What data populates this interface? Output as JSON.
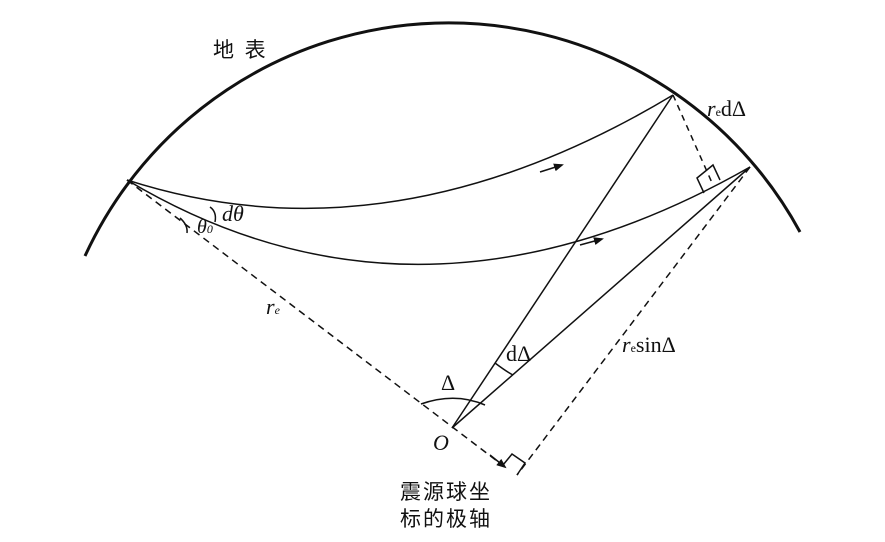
{
  "labels": {
    "surface": "地 表",
    "d_theta": "dθ",
    "theta0_symbol": "θ",
    "theta0_sub": "0",
    "re_symbol": "r",
    "re_sub": "e",
    "d_delta": "dΔ",
    "delta": "Δ",
    "origin": "O",
    "re_sin_delta_rest": "sinΔ",
    "re_d_delta_rest": "dΔ",
    "polar_axis_line1": "震源球坐",
    "polar_axis_line2": "标的极轴"
  }
}
